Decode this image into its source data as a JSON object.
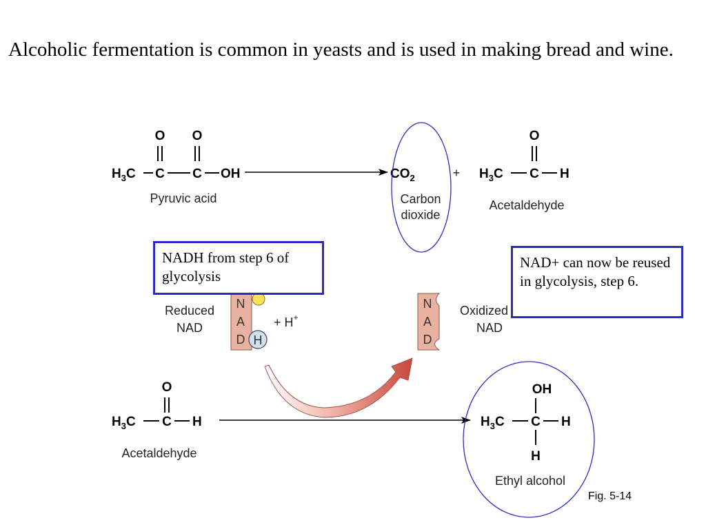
{
  "heading": "Alcoholic fermentation is common in yeasts and is used in making bread and wine.",
  "reaction1": {
    "reactant": {
      "h3c": "H",
      "three": "3",
      "c_bond": "C",
      "c1": "C",
      "c2": "C",
      "oh": "OH",
      "o1": "O",
      "o2": "O",
      "name": "Pyruvic acid"
    },
    "co2": {
      "formula": "CO",
      "sub": "2",
      "name_line1": "Carbon",
      "name_line2": "dioxide"
    },
    "plus": "+",
    "product": {
      "h": "H",
      "three": "3",
      "c_bond": "C",
      "c": "C",
      "o": "O",
      "name": "Acetaldehyde"
    }
  },
  "middle": {
    "reduced_label_line1": "Reduced",
    "reduced_label_line2": "NAD",
    "reduced_letters": [
      "N",
      "A",
      "D"
    ],
    "h_circle": "H",
    "plus_h": "+ H",
    "plus_sup": "+",
    "oxidized_label_line1": "Oxidized",
    "oxidized_label_line2": "NAD",
    "oxidized_letters": [
      "N",
      "A",
      "D"
    ]
  },
  "reaction2": {
    "reactant": {
      "h": "H",
      "three": "3",
      "c_bond": "C",
      "c": "C",
      "h_end": "H",
      "o": "O",
      "name": "Acetaldehyde"
    },
    "product": {
      "h": "H",
      "three": "3",
      "c_bond": "C",
      "c": "C",
      "h_right": "H",
      "oh": "OH",
      "h_bottom": "H",
      "name": "Ethyl alcohol"
    }
  },
  "notes": {
    "nadh": "NADH from step 6 of glycolysis",
    "nad_plus": "NAD+ can now be reused in glycolysis, step 6."
  },
  "figure_label": "Fig. 5-14",
  "colors": {
    "note_border": "#2b2bbf",
    "highlight_ellipse": "#2b2bbf",
    "nad_fill": "#e9b1a0",
    "nad_stroke": "#8a5a4a",
    "yellow_phosphate": "#f7e15a",
    "h_circle_fill": "#cfe0ee",
    "curved_arrow": "#c8473a"
  }
}
